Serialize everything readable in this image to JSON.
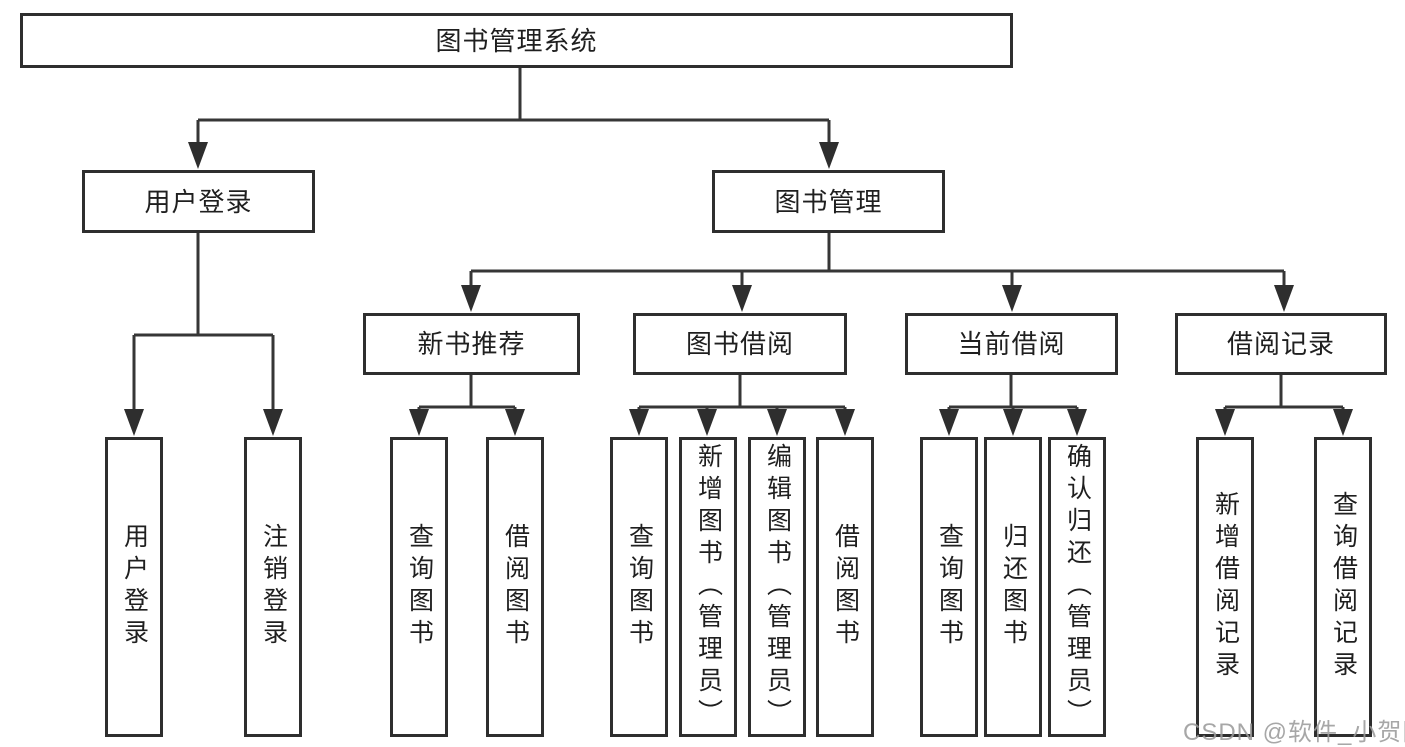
{
  "diagram": {
    "root": {
      "label": "图书管理系统"
    },
    "branches": [
      {
        "label": "用户登录",
        "children": [
          {
            "label": "用户登录"
          },
          {
            "label": "注销登录"
          }
        ]
      },
      {
        "label": "图书管理",
        "children": [
          {
            "label": "新书推荐",
            "children": [
              {
                "label": "查询图书"
              },
              {
                "label": "借阅图书"
              }
            ]
          },
          {
            "label": "图书借阅",
            "children": [
              {
                "label": "查询图书"
              },
              {
                "label": "新增图书（管理员）"
              },
              {
                "label": "编辑图书（管理员）"
              },
              {
                "label": "借阅图书"
              }
            ]
          },
          {
            "label": "当前借阅",
            "children": [
              {
                "label": "查询图书"
              },
              {
                "label": "归还图书"
              },
              {
                "label": "确认归还（管理员）"
              }
            ]
          },
          {
            "label": "借阅记录",
            "children": [
              {
                "label": "新增借阅记录"
              },
              {
                "label": "查询借阅记录"
              }
            ]
          }
        ]
      }
    ]
  },
  "watermark": {
    "text": "CSDN @软件_小贺同学"
  },
  "colors": {
    "line": "#363636",
    "box_border": "#2e2e2e",
    "text": "#1f1f1f",
    "watermark": "#9b9b9b",
    "background": "#ffffff"
  }
}
